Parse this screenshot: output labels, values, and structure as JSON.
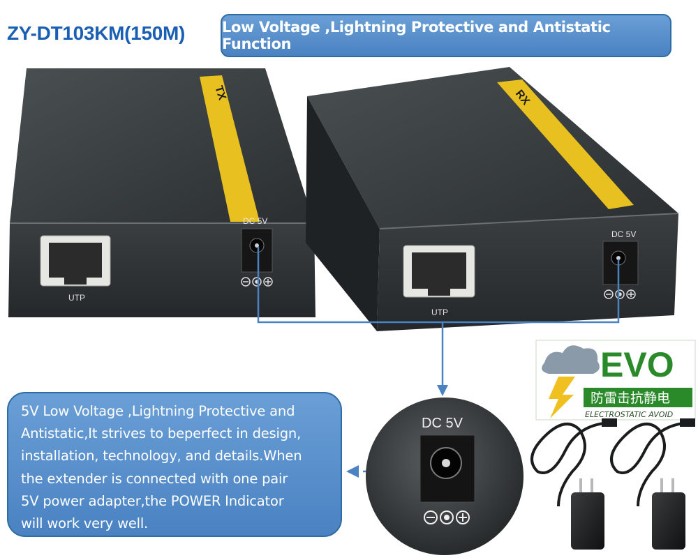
{
  "header": {
    "model": "ZY-DT103KM(150M)",
    "headline": "Low Voltage ,Lightning Protective  and Antistatic Function"
  },
  "devices": {
    "left_tag": "TX",
    "left_ports": {
      "utp": "UTP",
      "power": "DC 5V"
    },
    "right_tag": "RX",
    "right_ports": {
      "utp": "UTP",
      "power": "DC 5V"
    }
  },
  "zoom": {
    "label": "DC 5V"
  },
  "badge": {
    "brand": "EVO",
    "cn_text": "防雷击抗静电",
    "en_text": "ELECTROSTATIC AVOID"
  },
  "description": {
    "lines": [
      "5V Low Voltage ,Lightning Protective  and",
      "Antistatic,It strives to beperfect in design,",
      "installation, technology, and details.When",
      "the extender is connected with one pair",
      "5V power adapter,the POWER Indicator",
      "will work very well."
    ]
  },
  "colors": {
    "accent": "#4a82c2",
    "brand_text": "#1a5fb4",
    "tag": "#e8c020",
    "badge_green": "#2a8a2a"
  }
}
